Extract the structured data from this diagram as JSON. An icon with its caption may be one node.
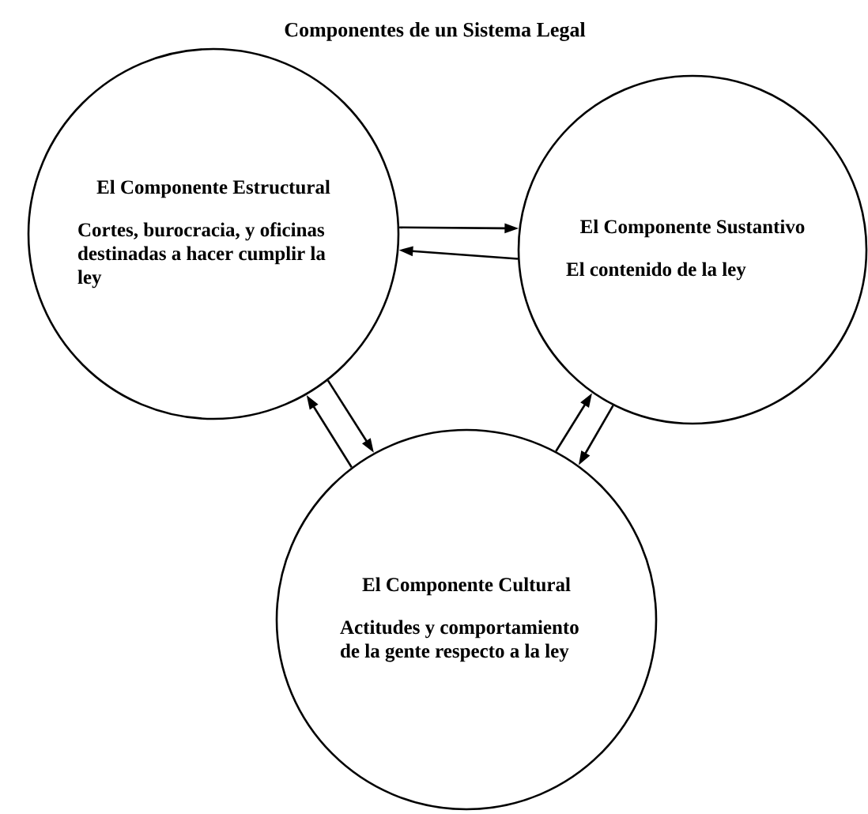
{
  "diagram": {
    "title": "Componentes de un Sistema Legal",
    "nodes": [
      {
        "text": [
          "El Componente Estructural",
          "Cortes, burocracia, y oficinas destinadas a hacer cumplir la ley"
        ]
      },
      {
        "text": [
          "El Componente Sustantivo",
          "El contenido de la ley"
        ]
      },
      {
        "text": [
          "El Componente Cultural",
          "Actitudes y comportamiento de la gente respecto a la ley"
        ]
      }
    ],
    "edges": [
      {
        "from": 0,
        "to": 1,
        "arrow": "to"
      },
      {
        "from": 1,
        "to": 0,
        "arrow": "to"
      },
      {
        "from": 0,
        "to": 2,
        "arrow": "to"
      },
      {
        "from": 2,
        "to": 0,
        "arrow": "to"
      },
      {
        "from": 2,
        "to": 1,
        "arrow": "to"
      },
      {
        "from": 1,
        "to": 2,
        "arrow": "to"
      }
    ]
  }
}
